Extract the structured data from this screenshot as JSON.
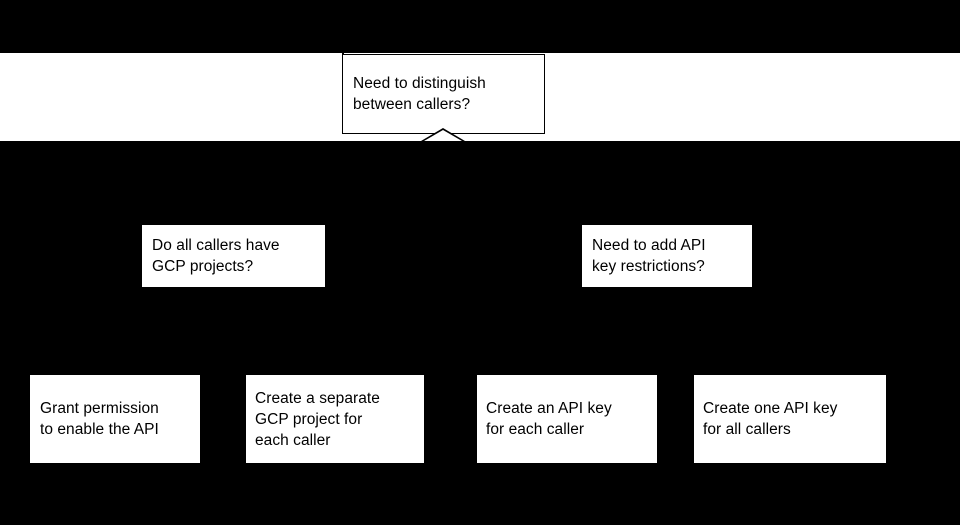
{
  "diagram": {
    "title": "API caller access decision flow",
    "background_color": "#000000",
    "band_color": "#ffffff",
    "node_fill": "#ffffff",
    "node_text_color": "#000000",
    "edge_color": "#000000",
    "rows": [
      {
        "name": "root-row",
        "nodes": [
          {
            "id": "root",
            "label": "Need to distinguish\nbetween callers?",
            "shape": "rectangle",
            "bordered": true
          }
        ]
      },
      {
        "name": "decision-row",
        "nodes": [
          {
            "id": "gcp-projects",
            "label": "Do all callers have\nGCP projects?",
            "shape": "rectangle",
            "bordered": false
          },
          {
            "id": "api-restrictions",
            "label": "Need to add API\nkey restrictions?",
            "shape": "rectangle",
            "bordered": false
          }
        ]
      },
      {
        "name": "outcome-row",
        "nodes": [
          {
            "id": "grant-permission",
            "label": "Grant permission\nto enable the API",
            "shape": "rectangle",
            "bordered": false
          },
          {
            "id": "separate-project",
            "label": "Create a separate\nGCP project for\neach caller",
            "shape": "rectangle",
            "bordered": false
          },
          {
            "id": "key-per-caller",
            "label": "Create an API key\nfor each caller",
            "shape": "rectangle",
            "bordered": false
          },
          {
            "id": "key-all-callers",
            "label": "Create one API key\nfor all callers",
            "shape": "rectangle",
            "bordered": false
          }
        ]
      }
    ],
    "connectors": [
      {
        "id": "root-up",
        "type": "line",
        "orientation": "vertical"
      },
      {
        "id": "root-down",
        "type": "arrowhead",
        "direction": "up"
      }
    ]
  }
}
